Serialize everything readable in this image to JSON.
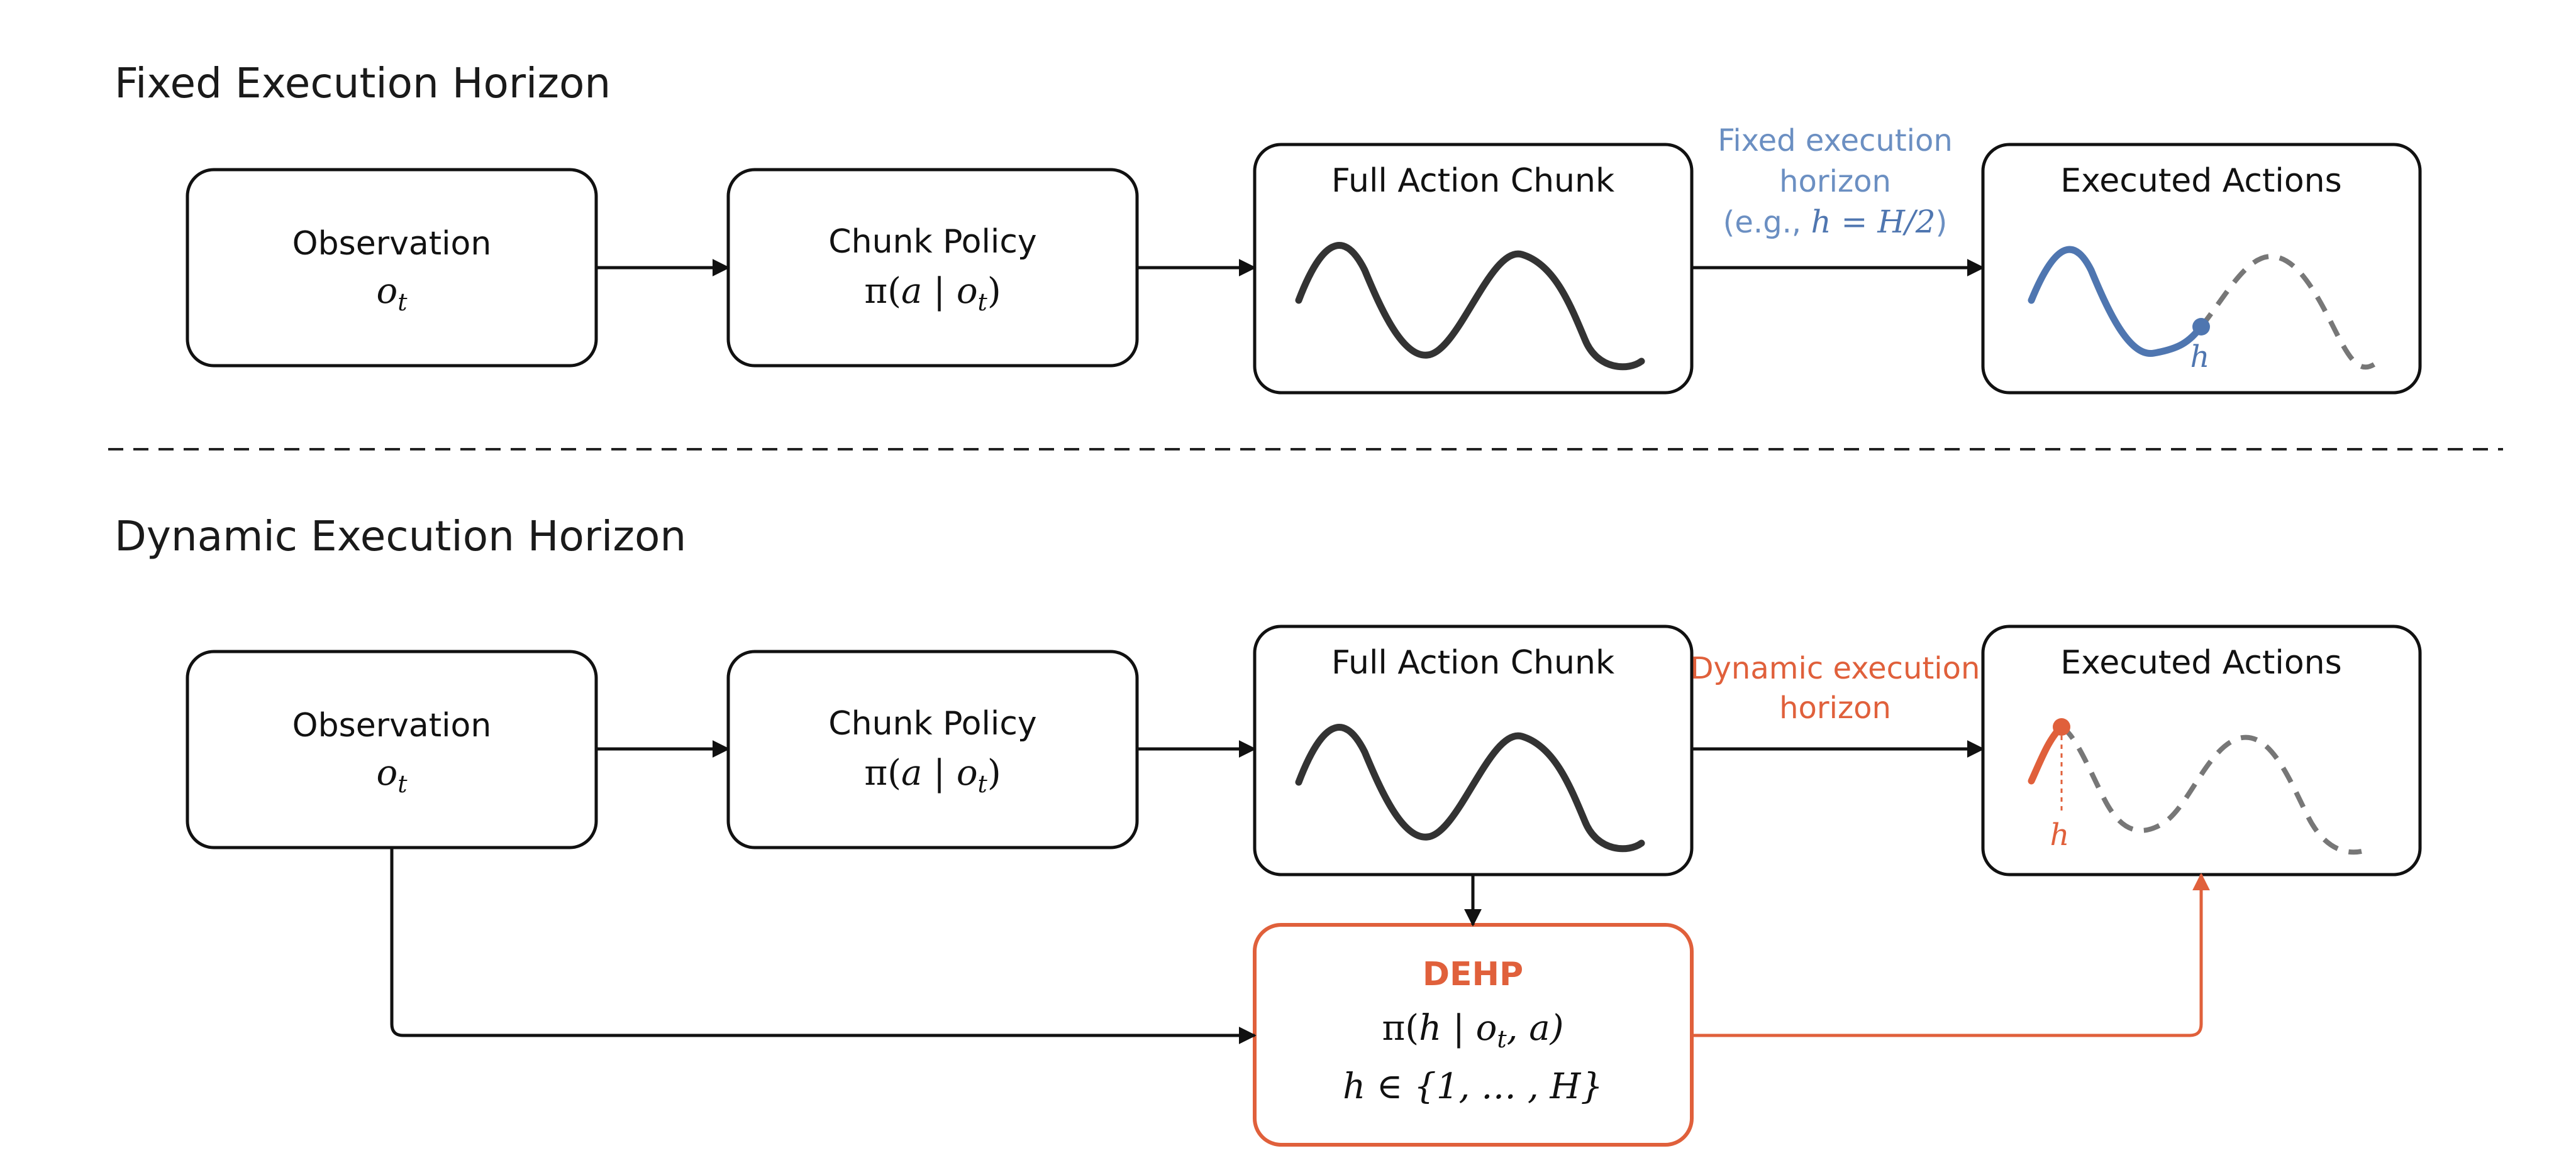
{
  "colors": {
    "blue": "#4f76b0",
    "blue_label": "#6b8fc2",
    "orange": "#e0603b",
    "curve": "#333333"
  },
  "fixed": {
    "title": "Fixed Execution Horizon",
    "observation": {
      "label": "Observation",
      "math_base": "o",
      "math_sub": "t"
    },
    "policy": {
      "label": "Chunk Policy",
      "math_pre": "π(",
      "math_a": "a",
      "math_bar": " | ",
      "math_o": "o",
      "math_sub": "t",
      "math_post": ")"
    },
    "chunk": {
      "label": "Full Action Chunk"
    },
    "edge_label": {
      "line1": "Fixed execution",
      "line2": "horizon",
      "line3_pre": "(e.g., ",
      "line3_math": "h = H/2",
      "line3_post": ")"
    },
    "executed": {
      "label": "Executed Actions",
      "marker": "h"
    }
  },
  "dynamic": {
    "title": "Dynamic Execution Horizon",
    "observation": {
      "label": "Observation",
      "math_base": "o",
      "math_sub": "t"
    },
    "policy": {
      "label": "Chunk Policy",
      "math_pre": "π(",
      "math_a": "a",
      "math_bar": " | ",
      "math_o": "o",
      "math_sub": "t",
      "math_post": ")"
    },
    "chunk": {
      "label": "Full Action Chunk"
    },
    "edge_label": {
      "line1": "Dynamic execution",
      "line2": "horizon"
    },
    "executed": {
      "label": "Executed Actions",
      "marker": "h"
    },
    "dehp": {
      "title": "DEHP",
      "formula1_pre": "π(",
      "formula1_h": "h",
      "formula1_bar": " | ",
      "formula1_o": "o",
      "formula1_sub": "t",
      "formula1_post": ", a)",
      "formula2": "h ∈ {1, … , H}"
    }
  }
}
